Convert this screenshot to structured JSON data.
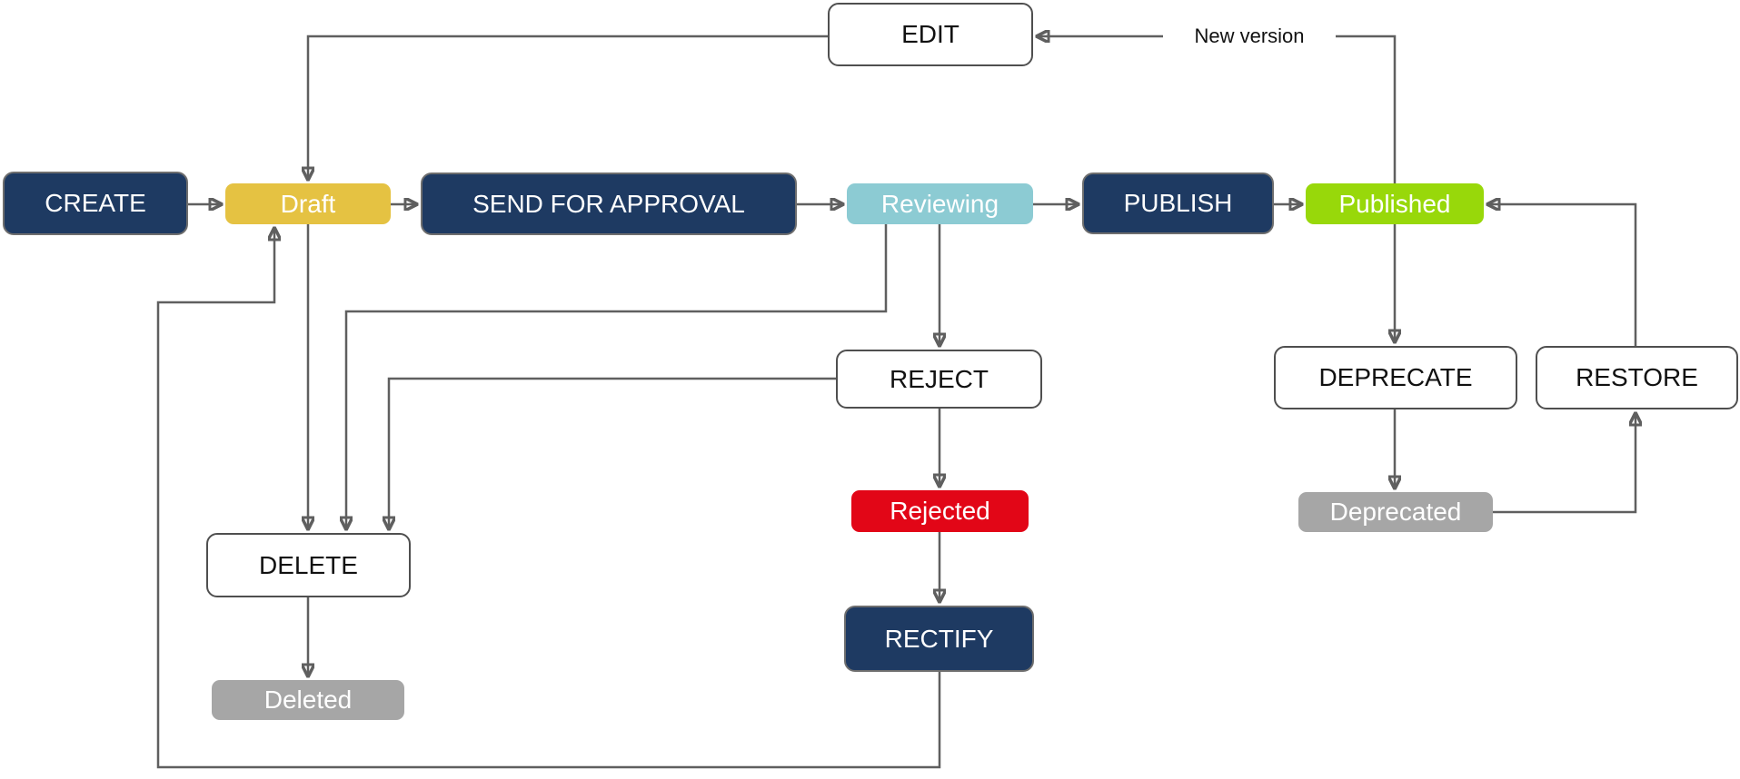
{
  "diagram_type": "state-flowchart",
  "colors": {
    "navy": "#1e3a62",
    "navy_border": "#6e6e6e",
    "yellow": "#e5c242",
    "teal": "#8ccbd3",
    "green": "#98d80a",
    "red": "#e20617",
    "gray": "#a6a6a6",
    "white_box_border": "#4f4f4f",
    "line": "#5f5f5f",
    "background": "#ffffff"
  },
  "nodes": {
    "create": {
      "label": "CREATE",
      "type": "action",
      "fill": "navy"
    },
    "draft": {
      "label": "Draft",
      "type": "state",
      "fill": "yellow"
    },
    "sfa": {
      "label": "SEND FOR APPROVAL",
      "type": "action",
      "fill": "navy"
    },
    "reviewing": {
      "label": "Reviewing",
      "type": "state",
      "fill": "teal"
    },
    "publish": {
      "label": "PUBLISH",
      "type": "action",
      "fill": "navy"
    },
    "published": {
      "label": "Published",
      "type": "state",
      "fill": "green"
    },
    "edit": {
      "label": "EDIT",
      "type": "action",
      "fill": "white"
    },
    "reject": {
      "label": "REJECT",
      "type": "action",
      "fill": "white"
    },
    "rejected": {
      "label": "Rejected",
      "type": "state",
      "fill": "red"
    },
    "rectify": {
      "label": "RECTIFY",
      "type": "action",
      "fill": "navy"
    },
    "delete": {
      "label": "DELETE",
      "type": "action",
      "fill": "white"
    },
    "deleted": {
      "label": "Deleted",
      "type": "state",
      "fill": "gray"
    },
    "deprecate": {
      "label": "DEPRECATE",
      "type": "action",
      "fill": "white"
    },
    "restore": {
      "label": "RESTORE",
      "type": "action",
      "fill": "white"
    },
    "deprecated": {
      "label": "Deprecated",
      "type": "state",
      "fill": "gray"
    }
  },
  "labels": {
    "new_version": "New version"
  },
  "edges": [
    {
      "from": "CREATE",
      "to": "Draft"
    },
    {
      "from": "Draft",
      "to": "SEND FOR APPROVAL"
    },
    {
      "from": "SEND FOR APPROVAL",
      "to": "Reviewing"
    },
    {
      "from": "Reviewing",
      "to": "PUBLISH"
    },
    {
      "from": "PUBLISH",
      "to": "Published"
    },
    {
      "from": "EDIT",
      "to": "Draft"
    },
    {
      "from": "Published",
      "to": "EDIT",
      "label": "New version"
    },
    {
      "from": "Published",
      "to": "DEPRECATE"
    },
    {
      "from": "DEPRECATE",
      "to": "Deprecated"
    },
    {
      "from": "Deprecated",
      "to": "RESTORE"
    },
    {
      "from": "RESTORE",
      "to": "Published"
    },
    {
      "from": "Reviewing",
      "to": "REJECT"
    },
    {
      "from": "REJECT",
      "to": "Rejected"
    },
    {
      "from": "Rejected",
      "to": "RECTIFY"
    },
    {
      "from": "RECTIFY",
      "to": "Draft"
    },
    {
      "from": "Draft",
      "to": "DELETE"
    },
    {
      "from": "Reviewing",
      "to": "DELETE"
    },
    {
      "from": "REJECT",
      "to": "DELETE"
    },
    {
      "from": "DELETE",
      "to": "Deleted"
    }
  ]
}
